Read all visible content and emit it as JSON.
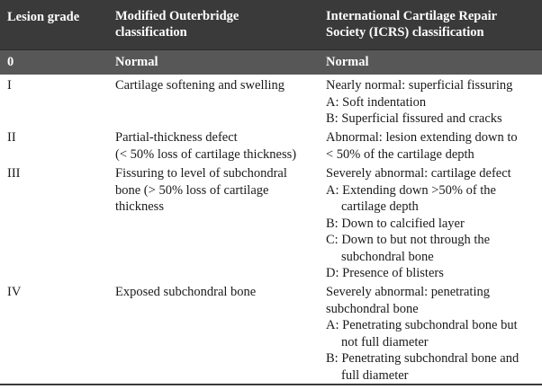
{
  "header": {
    "col1": "Lesion grade",
    "col2": [
      "Modified Outerbridge",
      "classification"
    ],
    "col3": [
      "International Cartilage Repair",
      "Society (ICRS) classification"
    ]
  },
  "rows": [
    {
      "grade": "0",
      "outerbridge": [
        "Normal"
      ],
      "icrs": [
        "Normal"
      ]
    },
    {
      "grade": "I",
      "outerbridge": [
        "Cartilage softening and swelling"
      ],
      "icrs": [
        "Nearly normal: superficial fissuring",
        "A: Soft indentation",
        "B: Superficial fissured and cracks"
      ]
    },
    {
      "grade": "II",
      "outerbridge": [
        "Partial-thickness defect",
        "(< 50% loss of cartilage thickness)"
      ],
      "icrs": [
        "Abnormal: lesion extending down to",
        "< 50% of the cartilage depth"
      ]
    },
    {
      "grade": "III",
      "outerbridge": [
        "Fissuring to level of subchondral",
        "bone (> 50% loss of cartilage",
        "thickness"
      ],
      "icrs": [
        "Severely abnormal: cartilage defect",
        "A: Extending down >50% of the",
        "cartilage depth",
        "B: Down to calcified layer",
        "C: Down to but not through the",
        "subchondral bone",
        "D: Presence of blisters"
      ]
    },
    {
      "grade": "IV",
      "outerbridge": [
        "Exposed subchondral bone"
      ],
      "icrs": [
        "Severely abnormal: penetrating",
        "subchondral bone",
        "A: Penetrating subchondral bone but",
        "not full diameter",
        "B: Penetrating subchondral bone and",
        "full diameter"
      ]
    }
  ]
}
